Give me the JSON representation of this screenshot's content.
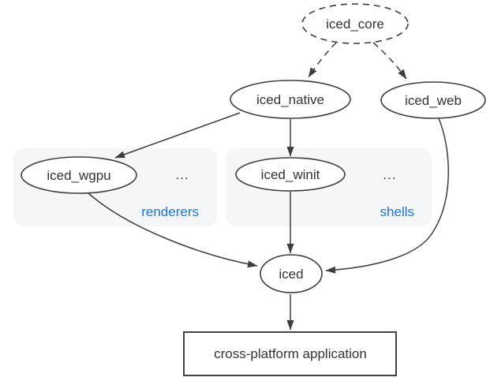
{
  "colors": {
    "canvas": "#ffffff",
    "stroke": "#3d3d3d",
    "text": "#333333",
    "accent-blue": "#1a73e8",
    "group-fill": "#f4f6f8",
    "node-fill": "#ffffff"
  },
  "nodes": {
    "iced_core": {
      "label": "iced_core"
    },
    "iced_native": {
      "label": "iced_native"
    },
    "iced_web": {
      "label": "iced_web"
    },
    "iced_wgpu": {
      "label": "iced_wgpu"
    },
    "iced_winit": {
      "label": "iced_winit"
    },
    "iced": {
      "label": "iced"
    },
    "application": {
      "label": "cross-platform application"
    }
  },
  "groups": {
    "renderers": {
      "label": "renderers",
      "ellipsis": "..."
    },
    "shells": {
      "label": "shells",
      "ellipsis": "..."
    }
  }
}
